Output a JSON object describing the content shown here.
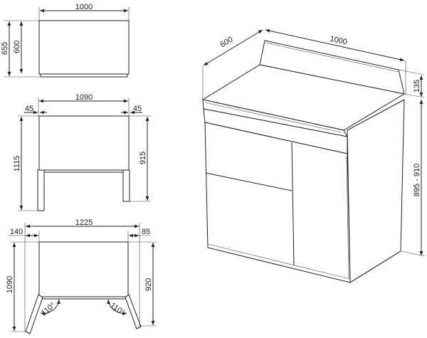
{
  "top_view": {
    "width": "1000",
    "depth_total": "655",
    "depth": "600"
  },
  "front_view": {
    "width_total": "1090",
    "overhang_left": "45",
    "overhang_right": "45",
    "height_total": "1115",
    "height_body": "915"
  },
  "plan_view": {
    "width_open": "1225",
    "left_extension": "140",
    "right_extension": "85",
    "depth_open": "1090",
    "depth": "920",
    "door_angle_left": "110°",
    "door_angle_right": "110°"
  },
  "iso_view": {
    "depth": "600",
    "width": "1000",
    "backsplash_height": "135",
    "height_range": "895 - 910"
  },
  "colors": {
    "line": "#222222",
    "background": "#ffffff"
  }
}
